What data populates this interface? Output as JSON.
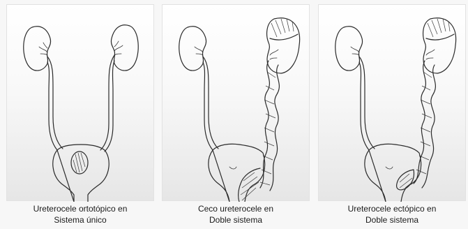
{
  "panels": [
    {
      "caption_line1": "Ureterocele ortotópico en",
      "caption_line2": "Sistema único"
    },
    {
      "caption_line1": "Ceco ureterocele en",
      "caption_line2": "Doble sistema"
    },
    {
      "caption_line1": "Ureterocele ectópico en",
      "caption_line2": "Doble sistema"
    }
  ]
}
